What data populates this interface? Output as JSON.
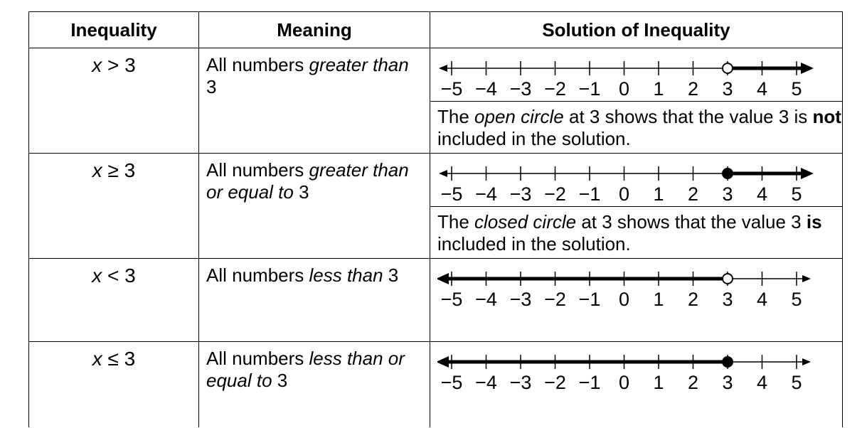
{
  "headers": [
    "Inequality",
    "Meaning",
    "Solution of Inequality"
  ],
  "ticks": [
    "−5",
    "−4",
    "−3",
    "−2",
    "−1",
    "0",
    "1",
    "2",
    "3",
    "4",
    "5"
  ],
  "rows": [
    {
      "var": "x",
      "op": " > 3",
      "meaning": {
        "pre": "All numbers ",
        "em": "greater than",
        "post": " 3"
      },
      "numberline": {
        "endpoint": 3,
        "circle": "open",
        "direction": "right"
      },
      "note": {
        "pre": "The ",
        "em": "open circle",
        "mid": " at 3 shows that the value 3 is ",
        "strong": "not",
        "post": " included in the solution."
      }
    },
    {
      "var": "x",
      "op": " ≥ 3",
      "meaning": {
        "pre": "All numbers ",
        "em": "greater than or equal to",
        "post": " 3"
      },
      "numberline": {
        "endpoint": 3,
        "circle": "closed",
        "direction": "right"
      },
      "note": {
        "pre": "The ",
        "em": "closed circle",
        "mid": " at 3 shows that the value 3 ",
        "strong": "is",
        "post": " included in the solution."
      }
    },
    {
      "var": "x",
      "op": " < 3",
      "meaning": {
        "pre": "All numbers ",
        "em": "less than",
        "post": " 3"
      },
      "numberline": {
        "endpoint": 3,
        "circle": "open",
        "direction": "left"
      }
    },
    {
      "var": "x",
      "op": " ≤ 3",
      "meaning": {
        "pre": "All numbers ",
        "em": "less than or equal to",
        "post": " 3"
      },
      "numberline": {
        "endpoint": 3,
        "circle": "closed",
        "direction": "left"
      }
    }
  ]
}
